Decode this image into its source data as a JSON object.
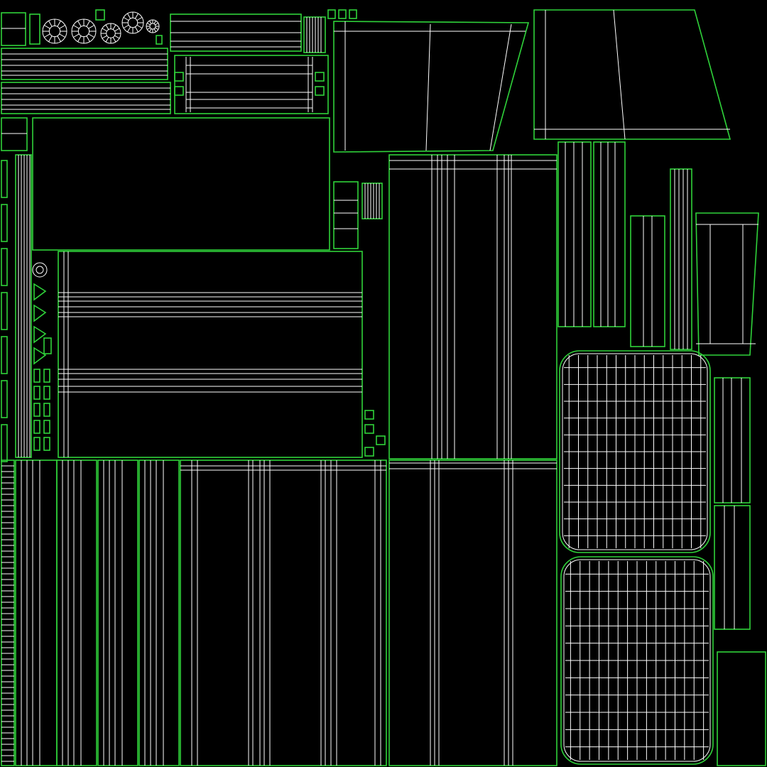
{
  "colors": {
    "background": "#000000",
    "island_border": "#2fd23a",
    "wire": "#ffffff"
  },
  "islands": [
    {
      "id": "strip-horizontal-large-mid",
      "kind": "horizontal-strips"
    },
    {
      "id": "panel-large-upper-left",
      "kind": "panel"
    },
    {
      "id": "strips-vertical-center",
      "kind": "vertical-strips"
    },
    {
      "id": "strips-vertical-bottom",
      "kind": "vertical-strips"
    },
    {
      "id": "trapezoid-top-center",
      "kind": "trapezoid"
    },
    {
      "id": "trapezoid-top-right",
      "kind": "trapezoid"
    },
    {
      "id": "cushion-upper",
      "kind": "cushion-grid"
    },
    {
      "id": "cushion-lower",
      "kind": "cushion-grid"
    },
    {
      "id": "wheel-discs-top-left",
      "kind": "discs"
    },
    {
      "id": "small-parts-left-column",
      "kind": "small-parts"
    }
  ]
}
